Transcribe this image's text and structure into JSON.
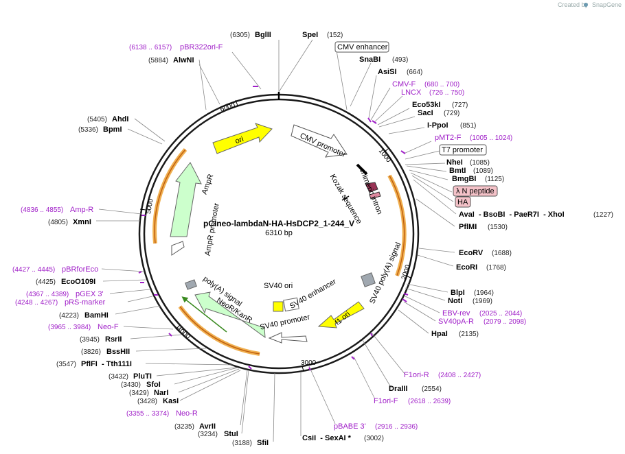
{
  "header": {
    "credit": "Created by",
    "brand": "SnapGene"
  },
  "plasmid": {
    "name": "pCIneo-lambdaN-HA-HsDCP2_1-244_V",
    "size": "6310 bp"
  },
  "ticks": [
    "1000",
    "2000",
    "3000",
    "4000",
    "5000",
    "6000"
  ],
  "features": {
    "cmv_promoter": "CMV promoter",
    "chimeric_intron": "chimeric intron",
    "kozak": "Kozak sequence",
    "sv40_polya": "SV40 poly(A) signal",
    "f1_ori": "f1 ori",
    "sv40_promoter": "SV40 promoter",
    "sv40_enhancer": "SV40 enhancer",
    "sv40_ori": "SV40 ori",
    "neor": "NeoR/KanR",
    "polya_signal": "poly(A) signal",
    "ampr": "AmpR",
    "ampr_promoter": "AmpR promoter",
    "ori": "ori"
  },
  "boxes": {
    "cmv_enhancer": "CMV enhancer",
    "t7_promoter": "T7 promoter",
    "lambda_n": "λ N peptide",
    "ha": "HA"
  },
  "sites": {
    "bglii": {
      "name": "BglII",
      "pos": "(6305)"
    },
    "spei": {
      "name": "SpeI",
      "pos": "(152)"
    },
    "snabi": {
      "name": "SnaBI",
      "pos": "(493)"
    },
    "asisi": {
      "name": "AsiSI",
      "pos": "(664)"
    },
    "eco53ki": {
      "name": "Eco53kI",
      "pos": "(727)"
    },
    "saci": {
      "name": "SacI",
      "pos": "(729)"
    },
    "ippoi": {
      "name": "I-PpoI",
      "pos": "(851)"
    },
    "nhei": {
      "name": "NheI",
      "pos": "(1085)"
    },
    "bmti": {
      "name": "BmtI",
      "pos": "(1089)"
    },
    "bmgbi": {
      "name": "BmgBI",
      "pos": "(1125)"
    },
    "avai_line": {
      "name": "AvaI  - BsoBI  - PaeR7I  - XhoI",
      "pos": "(1227)"
    },
    "pflmi": {
      "name": "PflMI",
      "pos": "(1530)"
    },
    "ecorv": {
      "name": "EcoRV",
      "pos": "(1688)"
    },
    "ecori": {
      "name": "EcoRI",
      "pos": "(1768)"
    },
    "blpi": {
      "name": "BlpI",
      "pos": "(1964)"
    },
    "noti": {
      "name": "NotI",
      "pos": "(1969)"
    },
    "hpai": {
      "name": "HpaI",
      "pos": "(2135)"
    },
    "draiii": {
      "name": "DraIII",
      "pos": "(2554)"
    },
    "csii": {
      "name": "CsiI  - SexAI *",
      "pos": "(3002)"
    },
    "sfii": {
      "name": "SfiI",
      "pos": "(3188)"
    },
    "stui": {
      "name": "StuI",
      "pos": "(3234)"
    },
    "avrii": {
      "name": "AvrII",
      "pos": "(3235)"
    },
    "kasi": {
      "name": "KasI",
      "pos": "(3428)"
    },
    "nari": {
      "name": "NarI",
      "pos": "(3429)"
    },
    "sfoi": {
      "name": "SfoI",
      "pos": "(3430)"
    },
    "plui": {
      "name": "PluTI",
      "pos": "(3432)"
    },
    "pflfi": {
      "name": "PflFI  - Tth111I",
      "pos": "(3547)"
    },
    "bsshii": {
      "name": "BssHII",
      "pos": "(3826)"
    },
    "rsrii": {
      "name": "RsrII",
      "pos": "(3945)"
    },
    "bamhi": {
      "name": "BamHI",
      "pos": "(4223)"
    },
    "eco0109i": {
      "name": "EcoO109I",
      "pos": "(4425)"
    },
    "xmni": {
      "name": "XmnI",
      "pos": "(4805)"
    },
    "bpmi": {
      "name": "BpmI",
      "pos": "(5336)"
    },
    "ahdi": {
      "name": "AhdI",
      "pos": "(5405)"
    },
    "alwni": {
      "name": "AlwNI",
      "pos": "(5884)"
    }
  },
  "primers": {
    "pbr322": {
      "name": "pBR322ori-F",
      "pos": "(6138 .. 6157)"
    },
    "cmvf": {
      "name": "CMV-F",
      "pos": "(680 .. 700)"
    },
    "lncx": {
      "name": "LNCX",
      "pos": "(726 .. 750)"
    },
    "pmt2": {
      "name": "pMT2-F",
      "pos": "(1005 .. 1024)"
    },
    "ebv": {
      "name": "EBV-rev",
      "pos": "(2025 .. 2044)"
    },
    "sv40pa": {
      "name": "SV40pA-R",
      "pos": "(2079 .. 2098)"
    },
    "f1orir": {
      "name": "F1ori-R",
      "pos": "(2408 .. 2427)"
    },
    "f1orif": {
      "name": "F1ori-F",
      "pos": "(2618 .. 2639)"
    },
    "pbabe": {
      "name": "pBABE 3'",
      "pos": "(2916 .. 2936)"
    },
    "neor_p": {
      "name": "Neo-R",
      "pos": "(3355 .. 3374)"
    },
    "neof": {
      "name": "Neo-F",
      "pos": "(3965 .. 3984)"
    },
    "prs": {
      "name": "pRS-marker",
      "pos": "(4248 .. 4267)"
    },
    "pgex": {
      "name": "pGEX 3'",
      "pos": "(4367 .. 4389)"
    },
    "pbrfor": {
      "name": "pBRforEco",
      "pos": "(4427 .. 4445)"
    },
    "ampr_p": {
      "name": "Amp-R",
      "pos": "(4836 .. 4855)"
    }
  },
  "colors": {
    "backbone": "#1a1a1a",
    "primer": "#a020c8",
    "ori": "#ffff00",
    "ampr": "#ccffcc",
    "neor": "#ccffcc",
    "orf_outline": "#f0b050",
    "box_fill": "#f4c2c8",
    "grey_feature": "#a0a8b0",
    "intron_fill": "#993355"
  }
}
